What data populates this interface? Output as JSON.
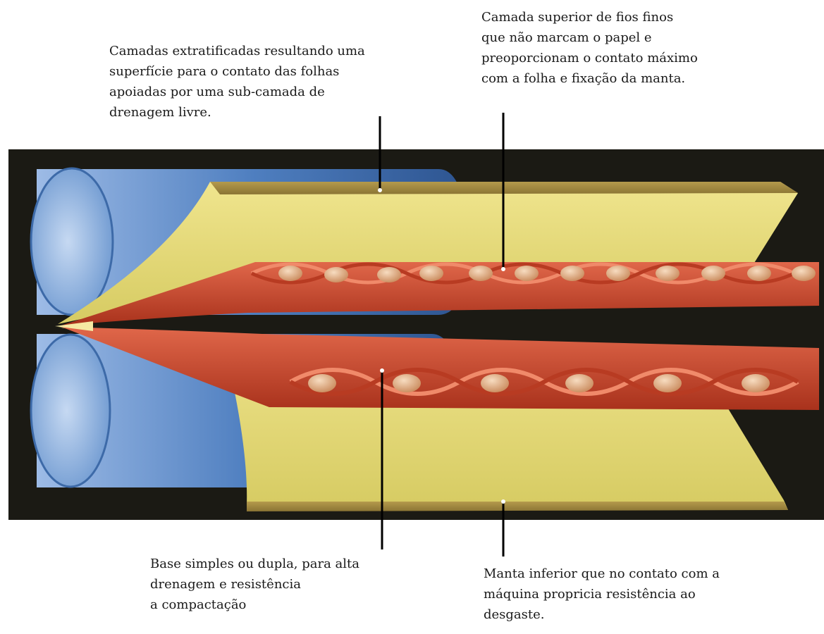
{
  "callouts": {
    "top_left": {
      "lines": [
        "Camadas extratificadas resultando uma",
        "superfície para o contato das folhas",
        "apoiadas por uma sub-camada de",
        "drenagem livre."
      ]
    },
    "top_right": {
      "lines": [
        "Camada superior de fios finos",
        "que não marcam o papel e",
        "preoporcionam o contato máximo",
        "com a folha e fixação da manta."
      ]
    },
    "bottom_left": {
      "lines": [
        "Base simples ou dupla, para alta",
        "drenagem e resistência",
        "a compactação"
      ]
    },
    "bottom_right": {
      "lines": [
        "Manta inferior que no contato com a",
        "máquina propricia resistência ao",
        "desgaste."
      ]
    }
  },
  "colors": {
    "background_panel": "#1b1a14",
    "roller_blue": "#5d88c4",
    "felt_yellow": "#e6dc7a",
    "fabric_red": "#c8482b",
    "knot_tan": "#e4b38a"
  }
}
